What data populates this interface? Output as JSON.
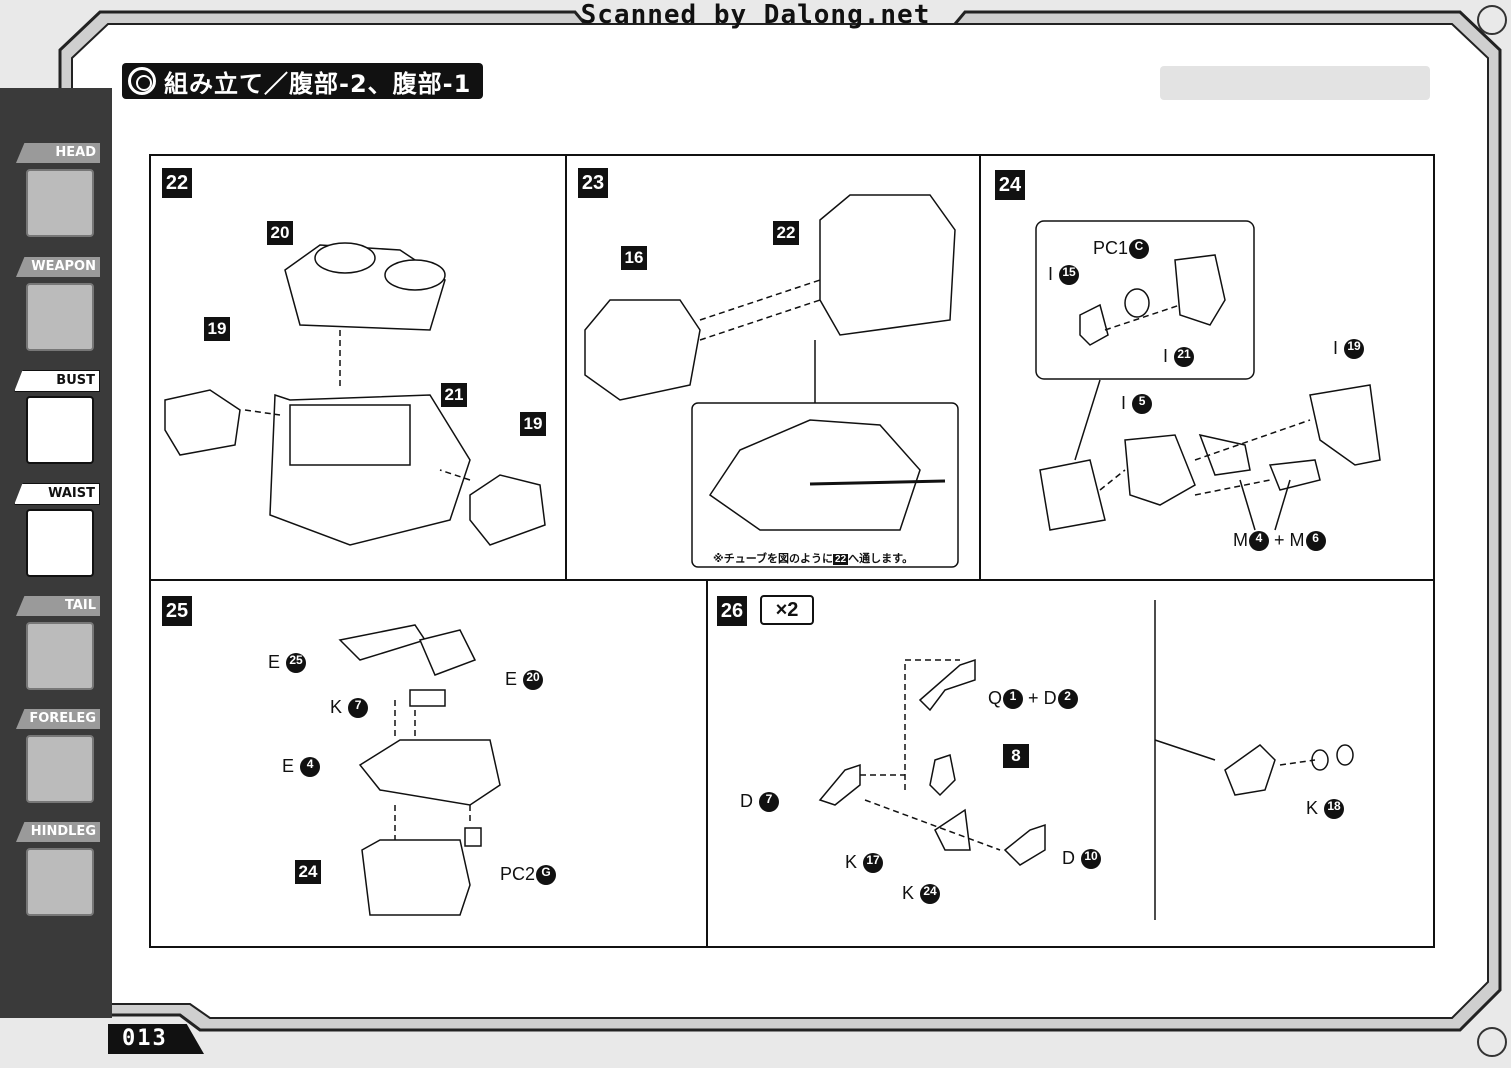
{
  "header": {
    "scan_credit": "Scanned by Dalong.net",
    "section_title": "組み立て／腹部-2、腹部-1"
  },
  "sidebar": {
    "tabs": [
      {
        "label": "HEAD",
        "active": false
      },
      {
        "label": "WEAPON",
        "active": false
      },
      {
        "label": "BUST",
        "active": true
      },
      {
        "label": "WAIST",
        "active": true
      },
      {
        "label": "TAIL",
        "active": false
      },
      {
        "label": "FORELEG",
        "active": false
      },
      {
        "label": "HINDLEG",
        "active": false
      }
    ]
  },
  "steps": {
    "s22": {
      "number": "22",
      "parts": {
        "p20": "20",
        "p19a": "19",
        "p21": "21",
        "p19b": "19"
      }
    },
    "s23": {
      "number": "23",
      "parts": {
        "p16": "16",
        "p22": "22"
      },
      "note": {
        "prefix": "※チューブを図のように",
        "ref": "22",
        "suffix": "へ通します。"
      }
    },
    "s24": {
      "number": "24",
      "parts": {
        "pc1": {
          "letter": "PC1",
          "num": "C"
        },
        "i15": {
          "letter": "I",
          "num": "15"
        },
        "i21": {
          "letter": "I",
          "num": "21"
        },
        "i19": {
          "letter": "I",
          "num": "19"
        },
        "i5": {
          "letter": "I",
          "num": "5"
        },
        "m4m6": {
          "a_letter": "M",
          "a_num": "4",
          "plus": "+",
          "b_letter": "M",
          "b_num": "6"
        }
      }
    },
    "s25": {
      "number": "25",
      "parts": {
        "e25": {
          "letter": "E",
          "num": "25"
        },
        "e20": {
          "letter": "E",
          "num": "20"
        },
        "k7": {
          "letter": "K",
          "num": "7"
        },
        "e4": {
          "letter": "E",
          "num": "4"
        },
        "p24": "24",
        "pc2": {
          "letter": "PC2",
          "num": "G"
        }
      }
    },
    "s26": {
      "number": "26",
      "multiplier": "×2",
      "parts": {
        "q1d2": {
          "a_letter": "Q",
          "a_num": "1",
          "plus": "+",
          "b_letter": "D",
          "b_num": "2"
        },
        "p8": "8",
        "d7": {
          "letter": "D",
          "num": "7"
        },
        "k17": {
          "letter": "K",
          "num": "17"
        },
        "d10": {
          "letter": "D",
          "num": "10"
        },
        "k24": {
          "letter": "K",
          "num": "24"
        },
        "k18": {
          "letter": "K",
          "num": "18"
        }
      }
    }
  },
  "footer": {
    "page_number": "013"
  }
}
